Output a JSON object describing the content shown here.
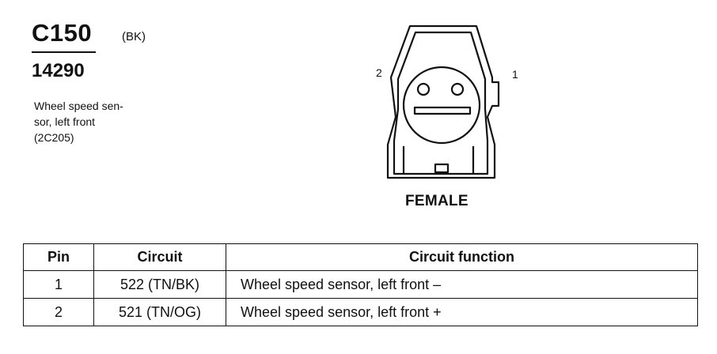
{
  "connector": {
    "id": "C150",
    "color": "(BK)",
    "harness": "14290",
    "description_lines": [
      "Wheel speed sen-",
      "sor, left front",
      "(2C205)"
    ],
    "gender": "FEMALE",
    "pin_labels": {
      "left": "2",
      "right": "1"
    }
  },
  "table": {
    "headers": [
      "Pin",
      "Circuit",
      "Circuit function"
    ],
    "rows": [
      {
        "pin": "1",
        "circuit": "522 (TN/BK)",
        "function": "Wheel speed sensor, left front  –"
      },
      {
        "pin": "2",
        "circuit": "521 (TN/OG)",
        "function": "Wheel speed sensor, left front  +"
      }
    ]
  }
}
